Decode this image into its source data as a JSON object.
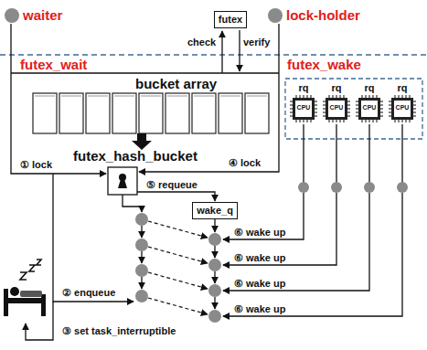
{
  "diagram": {
    "nodes": [
      {
        "text": [
          "waiter"
        ]
      },
      {
        "text": [
          "lock-holder"
        ]
      },
      {
        "text": [
          "futex"
        ]
      },
      {
        "text": [
          "wake_q"
        ]
      },
      {
        "text": [
          "rq",
          "CPU"
        ]
      },
      {
        "text": [
          "rq",
          "CPU"
        ]
      },
      {
        "text": [
          "rq",
          "CPU"
        ]
      },
      {
        "text": [
          "rq",
          "CPU"
        ]
      }
    ],
    "labels": [
      "futex_wait",
      "futex_wake",
      "check",
      "verify",
      "bucket array",
      "futex_hash_bucket",
      "① lock",
      "④ lock",
      "⑤ requeue",
      "② enqueue",
      "③ set task_interruptible",
      "⑥ wake up",
      "⑥ wake up",
      "⑥ wake up",
      "⑥ wake up"
    ]
  }
}
